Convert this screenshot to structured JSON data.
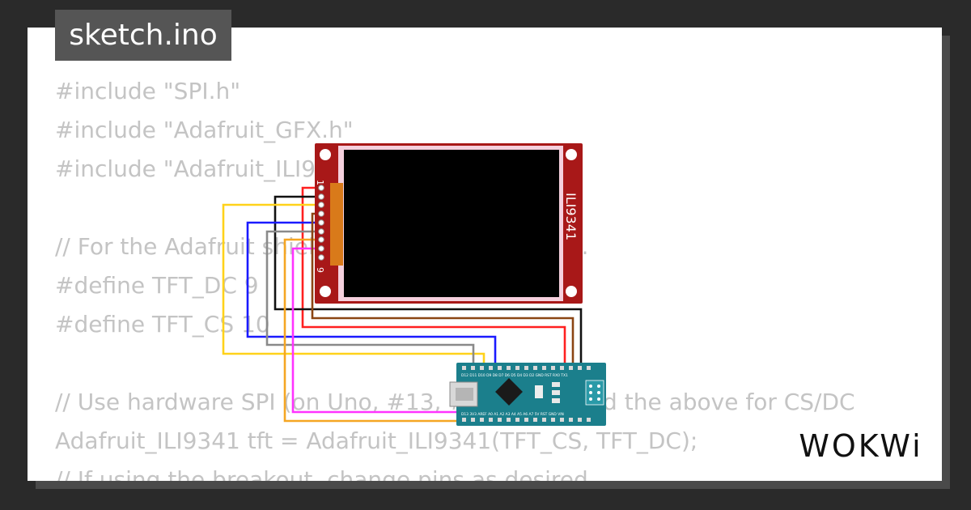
{
  "tab": {
    "filename": "sketch.ino"
  },
  "code_lines": [
    "#include \"SPI.h\"",
    "#include \"Adafruit_GFX.h\"",
    "#include \"Adafruit_ILI9341.h\"",
    "",
    "// For the Adafruit shield, these are the default.",
    "#define TFT_DC 9",
    "#define TFT_CS 10",
    "",
    "// Use hardware SPI (on Uno, #13, #12, #11) and the above for CS/DC",
    "Adafruit_ILI9341 tft = Adafruit_ILI9341(TFT_CS, TFT_DC);",
    "// If using the breakout, change pins as desired"
  ],
  "display": {
    "label": "ILI9341",
    "pin_first": "1",
    "pin_last": "9"
  },
  "arduino": {
    "top_pins": "D12 D11 D10 D9 D8 D7 D6 D5 D4 D3 D2 GND RST RX0 TX1",
    "bottom_pins": "D13 3V3 AREF A0 A1 A2 A3 A4 A5 A6 A7 5V RST GND VIN"
  },
  "brand": {
    "logo": "WOKWi"
  },
  "colors": {
    "wire_red": "#ff2020",
    "wire_black": "#111111",
    "wire_yellow": "#ffd21a",
    "wire_blue": "#1a1aff",
    "wire_gray": "#8a8a8a",
    "wire_orange": "#f5a623",
    "wire_magenta": "#ff33ff",
    "wire_brown": "#8b4513",
    "pcb_red": "#a81818",
    "arduino_teal": "#1b7f8c"
  }
}
